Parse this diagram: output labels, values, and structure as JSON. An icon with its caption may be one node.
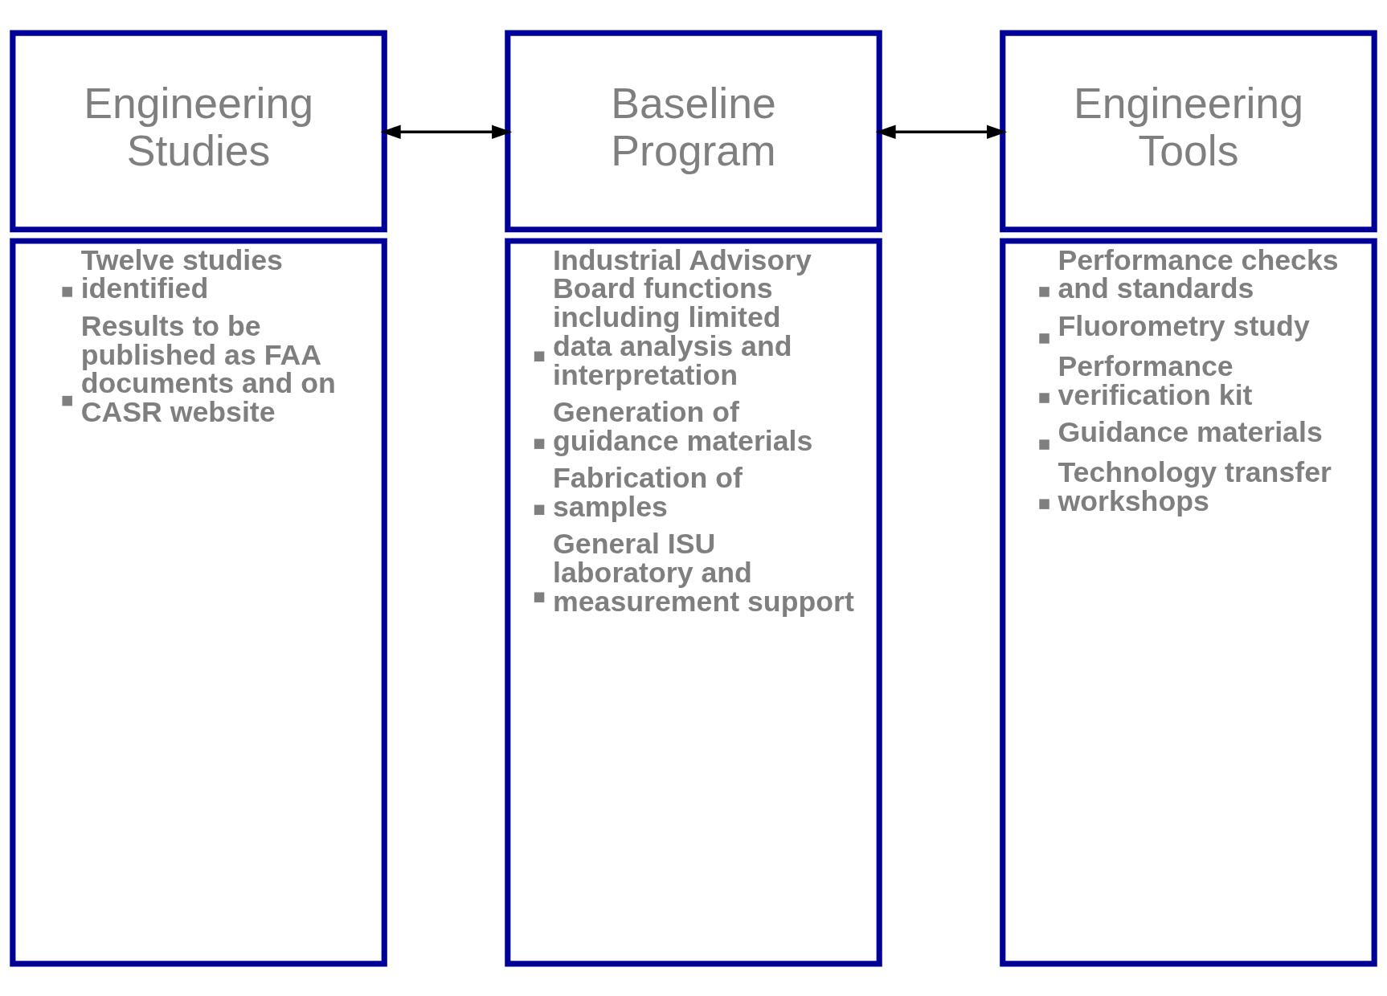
{
  "diagram": {
    "nodes": [
      {
        "text": [
          "Engineering Studies"
        ]
      },
      {
        "text": [
          "Twelve studies identified",
          "Results to be published as FAA documents and on CASR website"
        ]
      },
      {
        "text": [
          "Baseline Program"
        ]
      },
      {
        "text": [
          "Industrial Advisory Board functions including limited data analysis and interpretation",
          "Generation of guidance materials",
          "Fabrication of samples",
          "General ISU laboratory and measurement support"
        ]
      },
      {
        "text": [
          "Engineering Tools"
        ]
      },
      {
        "text": [
          "Performance checks and standards",
          "Fluorometry study",
          "Performance verification kit",
          "Guidance materials",
          "Technology transfer workshops"
        ]
      }
    ],
    "edges": [
      {
        "from": 0,
        "to": 2,
        "arrow": "both"
      },
      {
        "from": 2,
        "to": 4,
        "arrow": "both"
      }
    ]
  }
}
